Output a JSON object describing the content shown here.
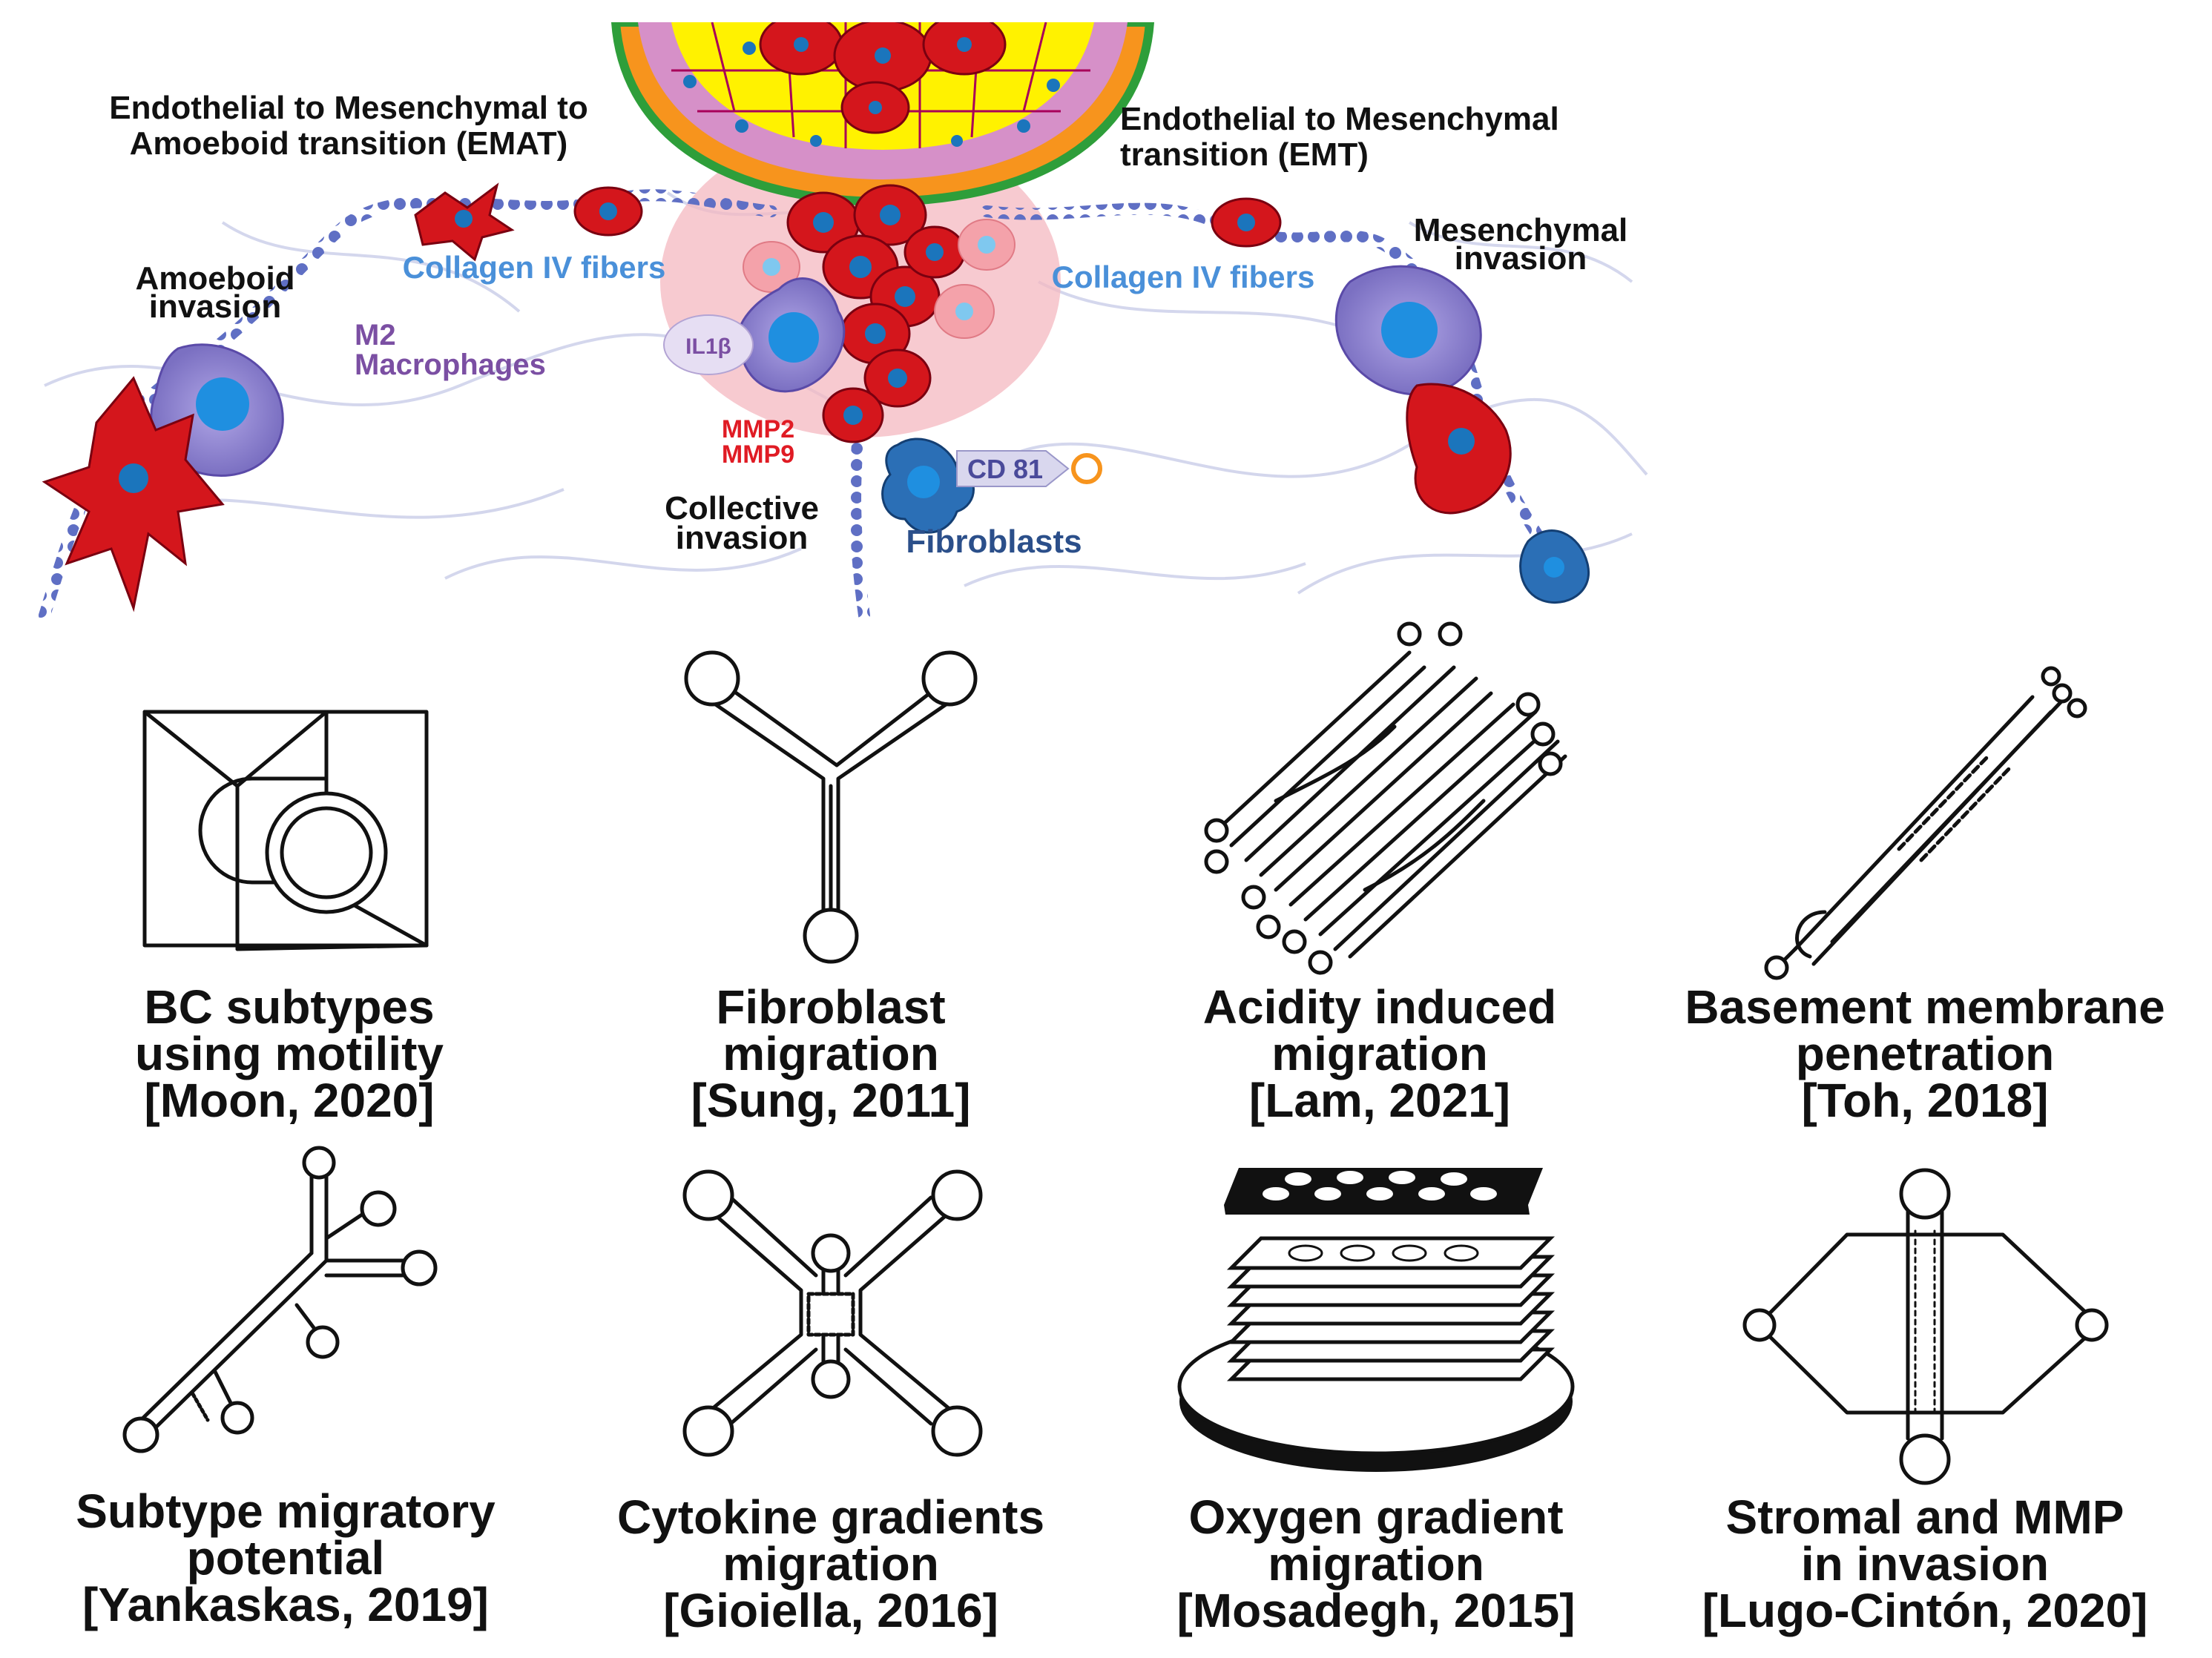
{
  "illustration": {
    "labels": {
      "emat": [
        "Endothelial to Mesenchymal to",
        "Amoeboid transition (EMAT)"
      ],
      "emt": [
        "Endothelial to Mesenchymal",
        "transition (EMT)"
      ],
      "amoeboid": [
        "Amoeboid",
        "invasion"
      ],
      "mesenchymal": [
        "Mesenchymal",
        "invasion"
      ],
      "collagen_left": "Collagen IV fibers",
      "collagen_right": "Collagen IV fibers",
      "macrophages": [
        "M2",
        "Macrophages"
      ],
      "il1b": "IL1β",
      "mmp": [
        "MMP2",
        "MMP9"
      ],
      "collective": [
        "Collective",
        "invasion"
      ],
      "cd81": "CD 81",
      "fibroblasts": "Fibroblasts"
    },
    "colors": {
      "tumor_red": "#d4161c",
      "tumor_yellow": "#fff200",
      "tumor_orange": "#f7941d",
      "membrane_pink": "#d690c8",
      "border_green": "#2e9e3a",
      "nucleus_blue": "#1b75bc",
      "fiber_dots": "#5f6fc4",
      "macrophage_purple": "#8a7fc6",
      "fibroblast_blue": "#2b6fb6",
      "collagen_text": "#4a90d9",
      "macrophage_text": "#7b4fa3",
      "mmp_text": "#e01b24"
    }
  },
  "devices": [
    {
      "caption": [
        "BC subtypes",
        "using motility",
        "[Moon, 2020]"
      ]
    },
    {
      "caption": [
        "Fibroblast",
        "migration",
        "[Sung, 2011]"
      ]
    },
    {
      "caption": [
        "Acidity induced",
        "migration",
        "[Lam, 2021]"
      ]
    },
    {
      "caption": [
        "Basement membrane",
        "penetration",
        "[Toh, 2018]"
      ]
    },
    {
      "caption": [
        "Subtype migratory",
        "potential",
        "[Yankaskas, 2019]"
      ]
    },
    {
      "caption": [
        "Cytokine gradients",
        "migration",
        "[Gioiella, 2016]"
      ]
    },
    {
      "caption": [
        "Oxygen gradient",
        "migration",
        "[Mosadegh, 2015]"
      ]
    },
    {
      "caption": [
        "Stromal and MMP",
        "in invasion",
        "[Lugo-Cintón, 2020]"
      ]
    }
  ]
}
